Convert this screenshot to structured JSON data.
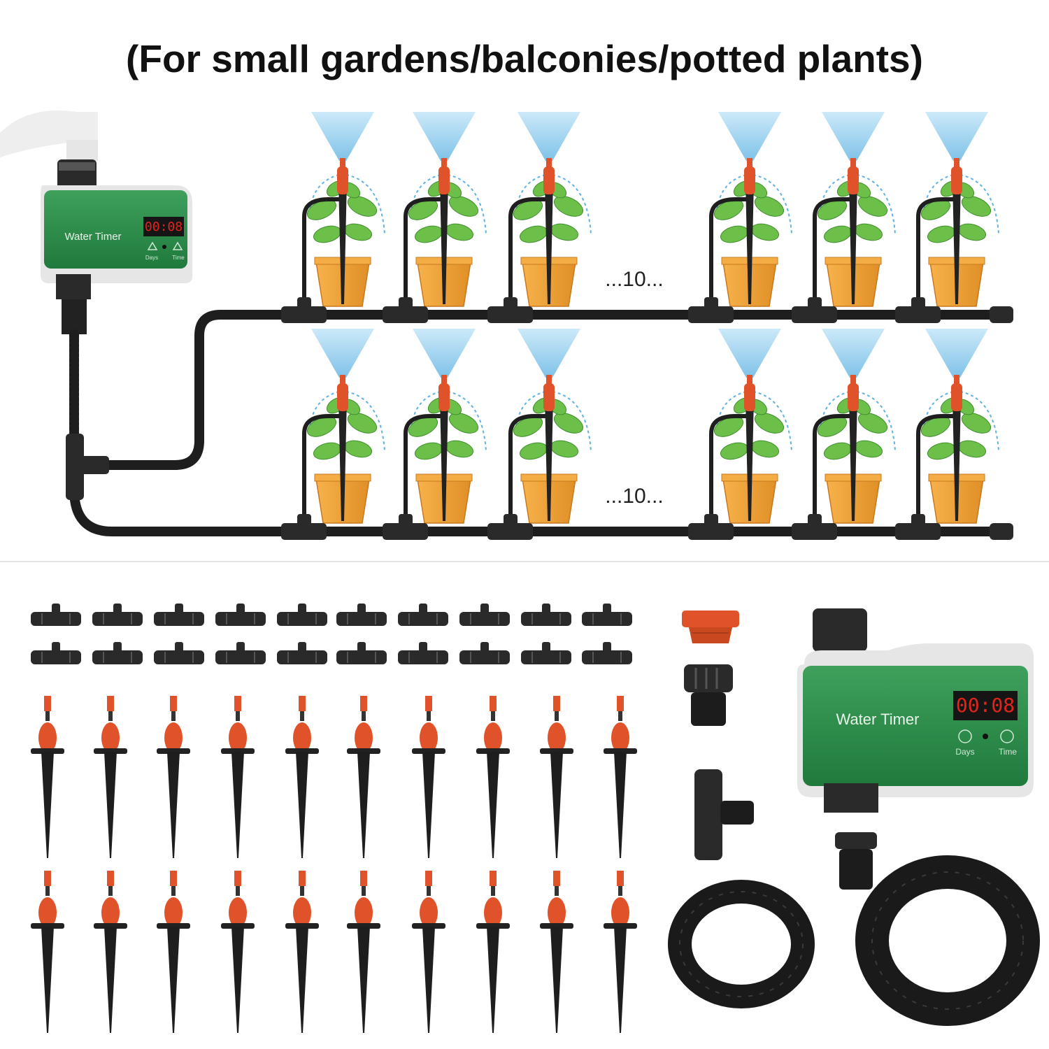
{
  "header": {
    "title": "(For small gardens/balconies/potted plants)"
  },
  "diagram": {
    "timer_label": "Water Timer",
    "timer_display": "00:08",
    "timer_button_days": "Days",
    "timer_button_time": "Time",
    "row_count_label": "...10...",
    "rows": 2,
    "pots_per_row_shown": 6
  },
  "kit": {
    "timer_label": "Water Timer",
    "timer_display": "00:08",
    "timer_button_days": "Days",
    "timer_button_time": "Time",
    "tee_connectors": 20,
    "stake_sprinklers": 20
  },
  "colors": {
    "timer_green": "#2f8f4e",
    "display_red": "#e3241b",
    "nozzle_orange": "#e0532a",
    "pot_orange": "#f0a23a",
    "leaf_green": "#6cc04a",
    "mist_blue": "#7fc6ec",
    "hose_black": "#1e1e1e"
  }
}
